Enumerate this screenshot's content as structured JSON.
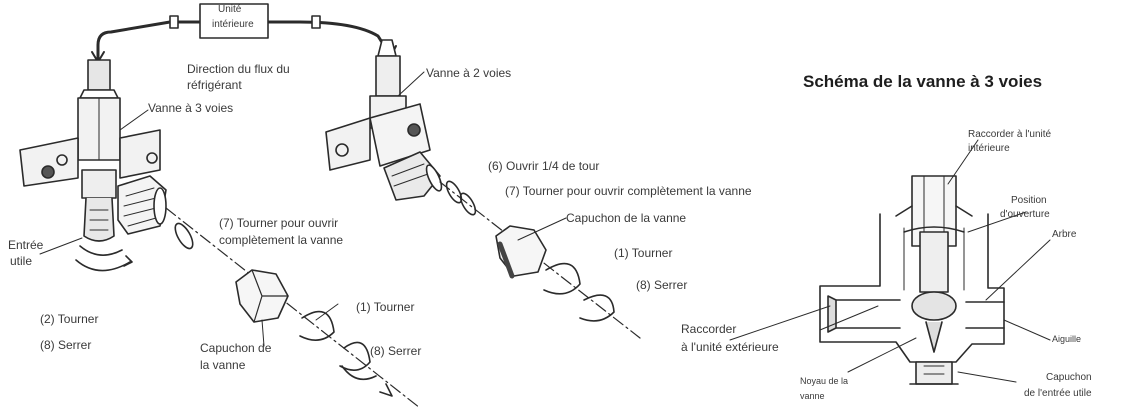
{
  "schematic_title": "Schéma de la vanne à 3 voies",
  "indoor_unit": [
    "Unité",
    "intérieure"
  ],
  "flow_direction": [
    "Direction du flux du",
    "réfrigérant"
  ],
  "valve_3way": "Vanne à 3 voies",
  "valve_2way": "Vanne à 2 voies",
  "service_inlet": [
    "Entrée",
    "utile"
  ],
  "left_steps": {
    "turn_2": "(2) Tourner",
    "tighten_8": "(8) Serrer",
    "turn_open_7": [
      "(7) Tourner pour ouvrir",
      "complètement la vanne"
    ],
    "turn_1": "(1) Tourner",
    "tighten_8b": "(8) Serrer",
    "valve_cap": [
      "Capuchon de",
      "la vanne"
    ]
  },
  "right_steps": {
    "open_quarter_6": "(6) Ouvrir 1/4 de tour",
    "turn_open_7": "(7) Tourner pour ouvrir complètement la vanne",
    "valve_cap": "Capuchon de la vanne",
    "turn_1": "(1) Tourner",
    "tighten_8": "(8) Serrer"
  },
  "schematic": {
    "connect_indoor": [
      "Raccorder à l'unité",
      "intérieure"
    ],
    "open_position": [
      "Position",
      "d'ouverture"
    ],
    "shaft": "Arbre",
    "connect_outdoor": [
      "Raccorder",
      "à l'unité extérieure"
    ],
    "needle": "Aiguille",
    "valve_core": [
      "Noyau de la",
      "vanne"
    ],
    "service_cap": [
      "Capuchon",
      "de l'entrée utile"
    ]
  },
  "colors": {
    "ink": "#2b2b2b",
    "paper": "#ffffff",
    "fill": "#dcdcdc"
  }
}
